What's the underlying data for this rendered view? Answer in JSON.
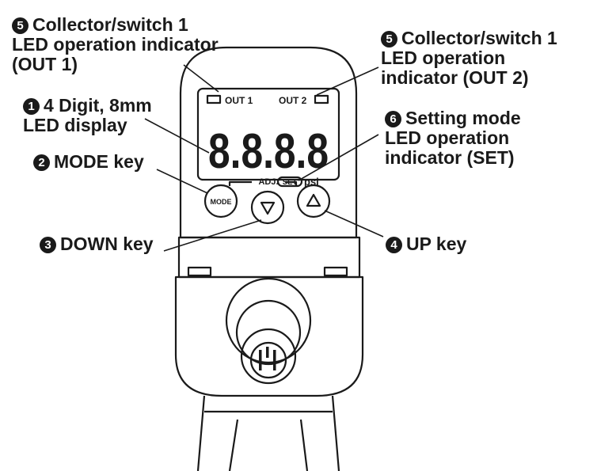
{
  "callouts": {
    "c1": {
      "num": "1",
      "lines": [
        "4 Digit, 8mm",
        "LED display"
      ]
    },
    "c2": {
      "num": "2",
      "lines": [
        "MODE key"
      ]
    },
    "c3": {
      "num": "3",
      "lines": [
        "DOWN key"
      ]
    },
    "c4": {
      "num": "4",
      "lines": [
        "UP key"
      ]
    },
    "c5a": {
      "num": "5",
      "lines": [
        "Collector/switch 1",
        "LED operation indicator",
        "(OUT 1)"
      ]
    },
    "c5b": {
      "num": "5",
      "lines": [
        "Collector/switch 1",
        "LED operation",
        "indicator (OUT 2)"
      ]
    },
    "c6": {
      "num": "6",
      "lines": [
        "Setting mode",
        "LED operation",
        "indicator (SET)"
      ]
    }
  },
  "device": {
    "out1_label": "OUT 1",
    "out2_label": "OUT 2",
    "display_digits": "8.8.8.8",
    "adj_label": "ADJ.",
    "set_label": "SET",
    "unit_label": "psi",
    "mode_key_label": "MODE"
  },
  "colors": {
    "ink": "#1a1a1a",
    "body": "#ffffff"
  }
}
